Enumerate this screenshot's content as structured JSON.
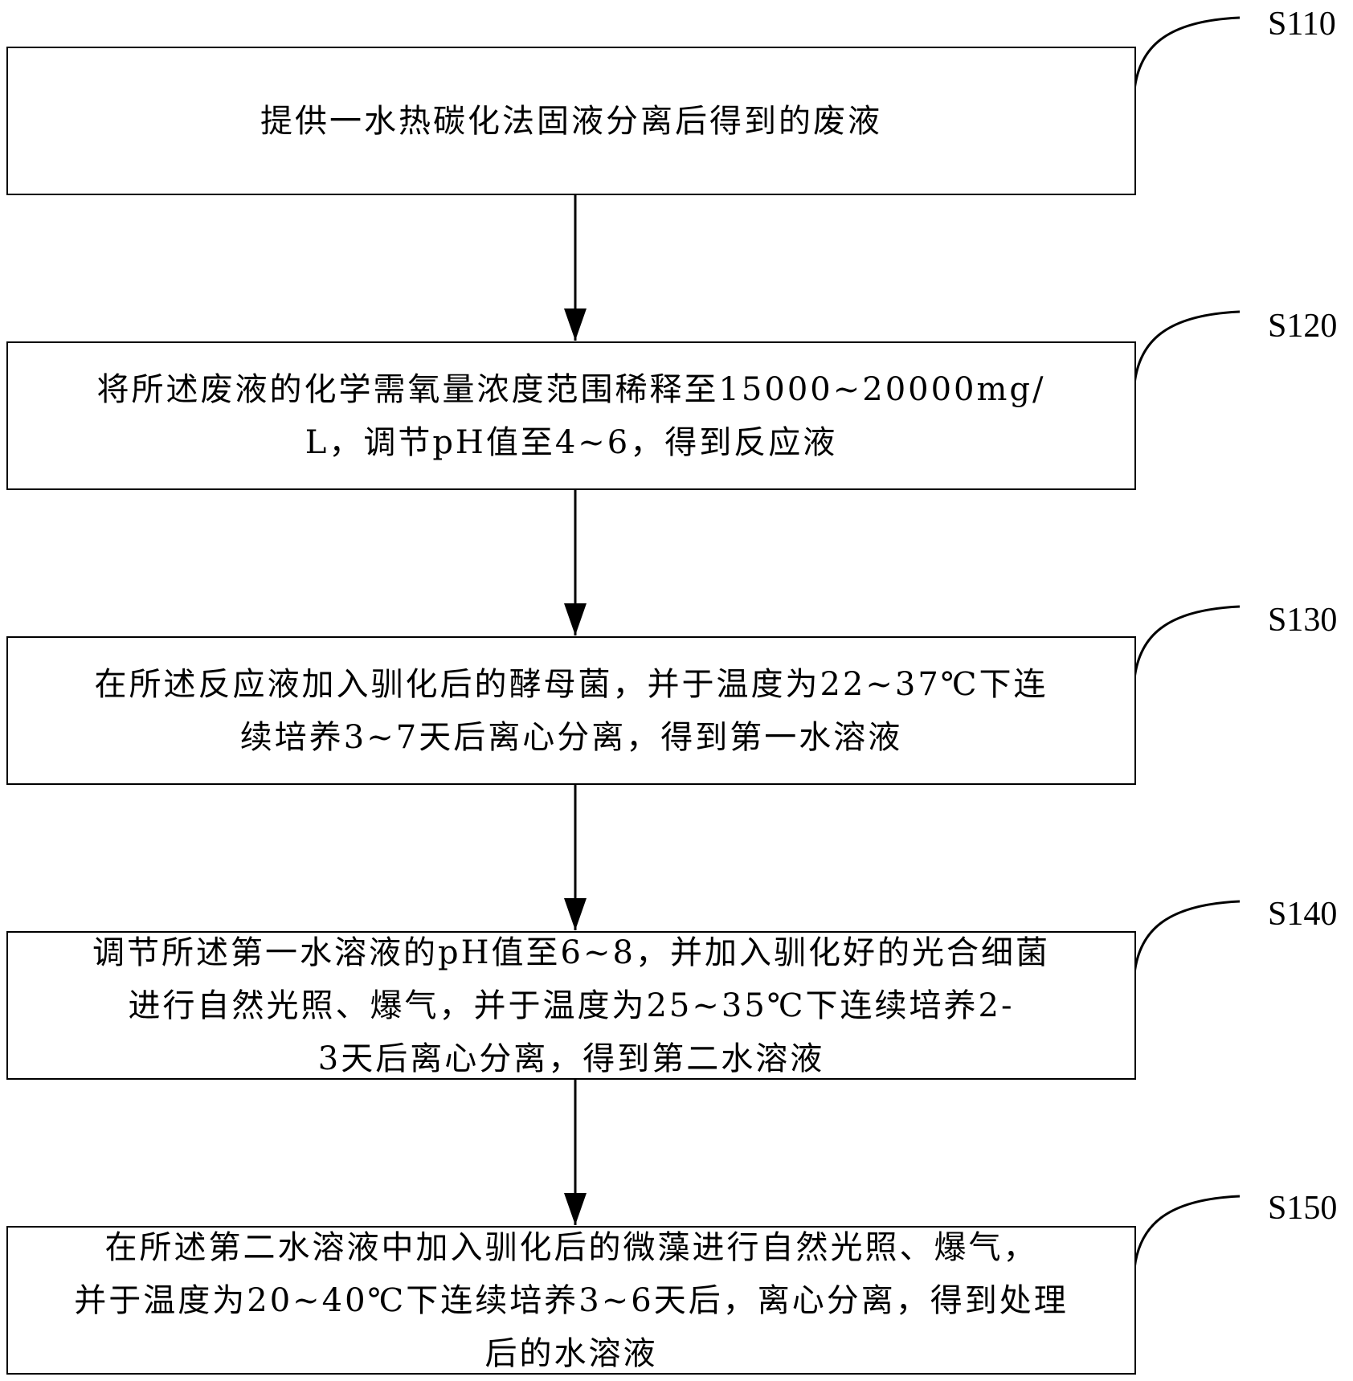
{
  "steps": [
    {
      "id": "S110",
      "lines": [
        "提供一水热碳化法固液分离后得到的废液"
      ]
    },
    {
      "id": "S120",
      "lines": [
        "将所述废液的化学需氧量浓度范围稀释至15000~20000mg/",
        "L，调节pH值至4~6，得到反应液"
      ]
    },
    {
      "id": "S130",
      "lines": [
        "在所述反应液加入驯化后的酵母菌，并于温度为22~37℃下连",
        "续培养3~7天后离心分离，得到第一水溶液"
      ]
    },
    {
      "id": "S140",
      "lines": [
        "调节所述第一水溶液的pH值至6~8，并加入驯化好的光合细菌",
        "进行自然光照、爆气，并于温度为25~35℃下连续培养2-",
        "3天后离心分离，得到第二水溶液"
      ]
    },
    {
      "id": "S150",
      "lines": [
        "在所述第二水溶液中加入驯化后的微藻进行自然光照、爆气，",
        "并于温度为20~40℃下连续培养3~6天后，离心分离，得到处理",
        "后的水溶液"
      ]
    }
  ]
}
